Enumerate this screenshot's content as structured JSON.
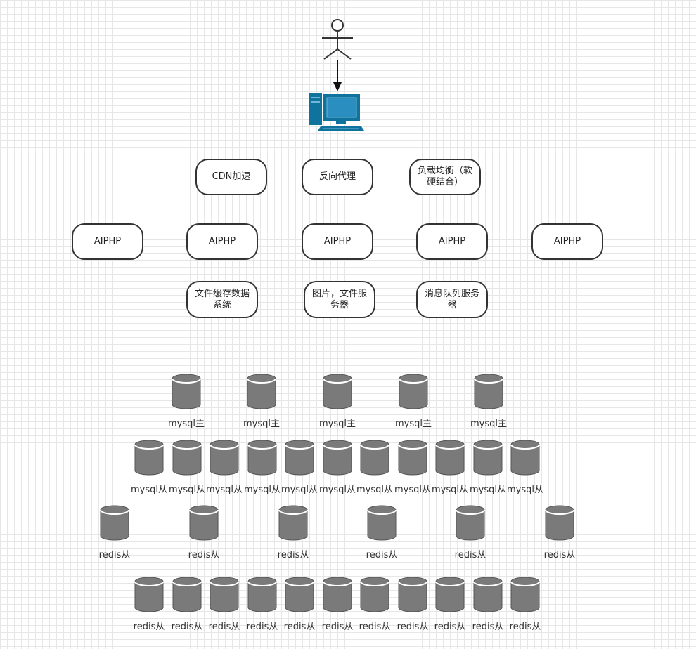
{
  "row_top": [
    "CDN加速",
    "反向代理",
    "负载均衡（软硬结合）"
  ],
  "app_servers": [
    "AIPHP",
    "AIPHP",
    "AIPHP",
    "AIPHP",
    "AIPHP"
  ],
  "services": [
    "文件缓存数据系统",
    "图片，文件服务器",
    "消息队列服务器"
  ],
  "mysql_master": [
    "mysql主",
    "mysql主",
    "mysql主",
    "mysql主",
    "mysql主"
  ],
  "mysql_slave": [
    "mysql从",
    "mysql从",
    "mysql从",
    "mysql从",
    "mysql从",
    "mysql从",
    "mysql从",
    "mysql从",
    "mysql从",
    "mysql从",
    "mysql从"
  ],
  "redis_slave_a": [
    "redis从",
    "redis从",
    "redis从",
    "redis从",
    "redis从",
    "redis从"
  ],
  "redis_slave_b": [
    "redis从",
    "redis从",
    "redis从",
    "redis从",
    "redis从",
    "redis从",
    "redis从",
    "redis从",
    "redis从",
    "redis从",
    "redis从"
  ],
  "colors": {
    "cylinder_fill": "#7a7a7a",
    "cylinder_stroke": "#ffffff",
    "computer": "#10739e",
    "stroke": "#333333"
  },
  "icons": [
    "person-icon",
    "computer-icon",
    "database-icon"
  ]
}
